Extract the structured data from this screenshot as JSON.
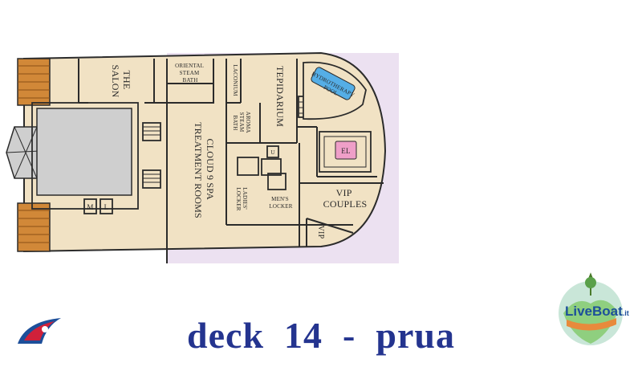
{
  "colors": {
    "floor": "#f1e2c4",
    "wall": "#2b2b2b",
    "highlight": "#ece1f1",
    "deck_wood": "#d18838",
    "elevator_core": "#cfcfcf",
    "pool": "#55aee6",
    "elevator": "#ef9fc8",
    "caption": "#24348f",
    "carnival_red": "#d0213a",
    "carnival_blue": "#1d4f9a"
  },
  "labels": {
    "the_salon": [
      "THE",
      "SALON"
    ],
    "oriental_steam_bath": [
      "ORIENTAL",
      "STEAM",
      "BATH"
    ],
    "laconium": "LACONIUM",
    "tepidarium": "TEPIDARIUM",
    "hydrotherapy_pool": [
      "HYDROTHERAPY",
      "POOL"
    ],
    "aroma_steam_bath": [
      "AROMA",
      "STEAM",
      "BATH"
    ],
    "cloud9_spa": [
      "CLOUD 9 SPA",
      "TREATMENT ROOMS"
    ],
    "ladies_locker": [
      "LADIES'",
      "LOCKER"
    ],
    "mens_locker": [
      "MEN'S",
      "LOCKER"
    ],
    "elevator": "EL",
    "vip_couples": [
      "VIP",
      "COUPLES"
    ],
    "vip": "VIP",
    "men_restroom": "M",
    "ladies_restroom": "L",
    "unisex_restroom": "U"
  },
  "caption": "deck  14  -  prua",
  "logos": {
    "carnival": "carnival-funnel-logo",
    "liveboat_text": "LiveBoat",
    "liveboat_tld": ".it"
  }
}
